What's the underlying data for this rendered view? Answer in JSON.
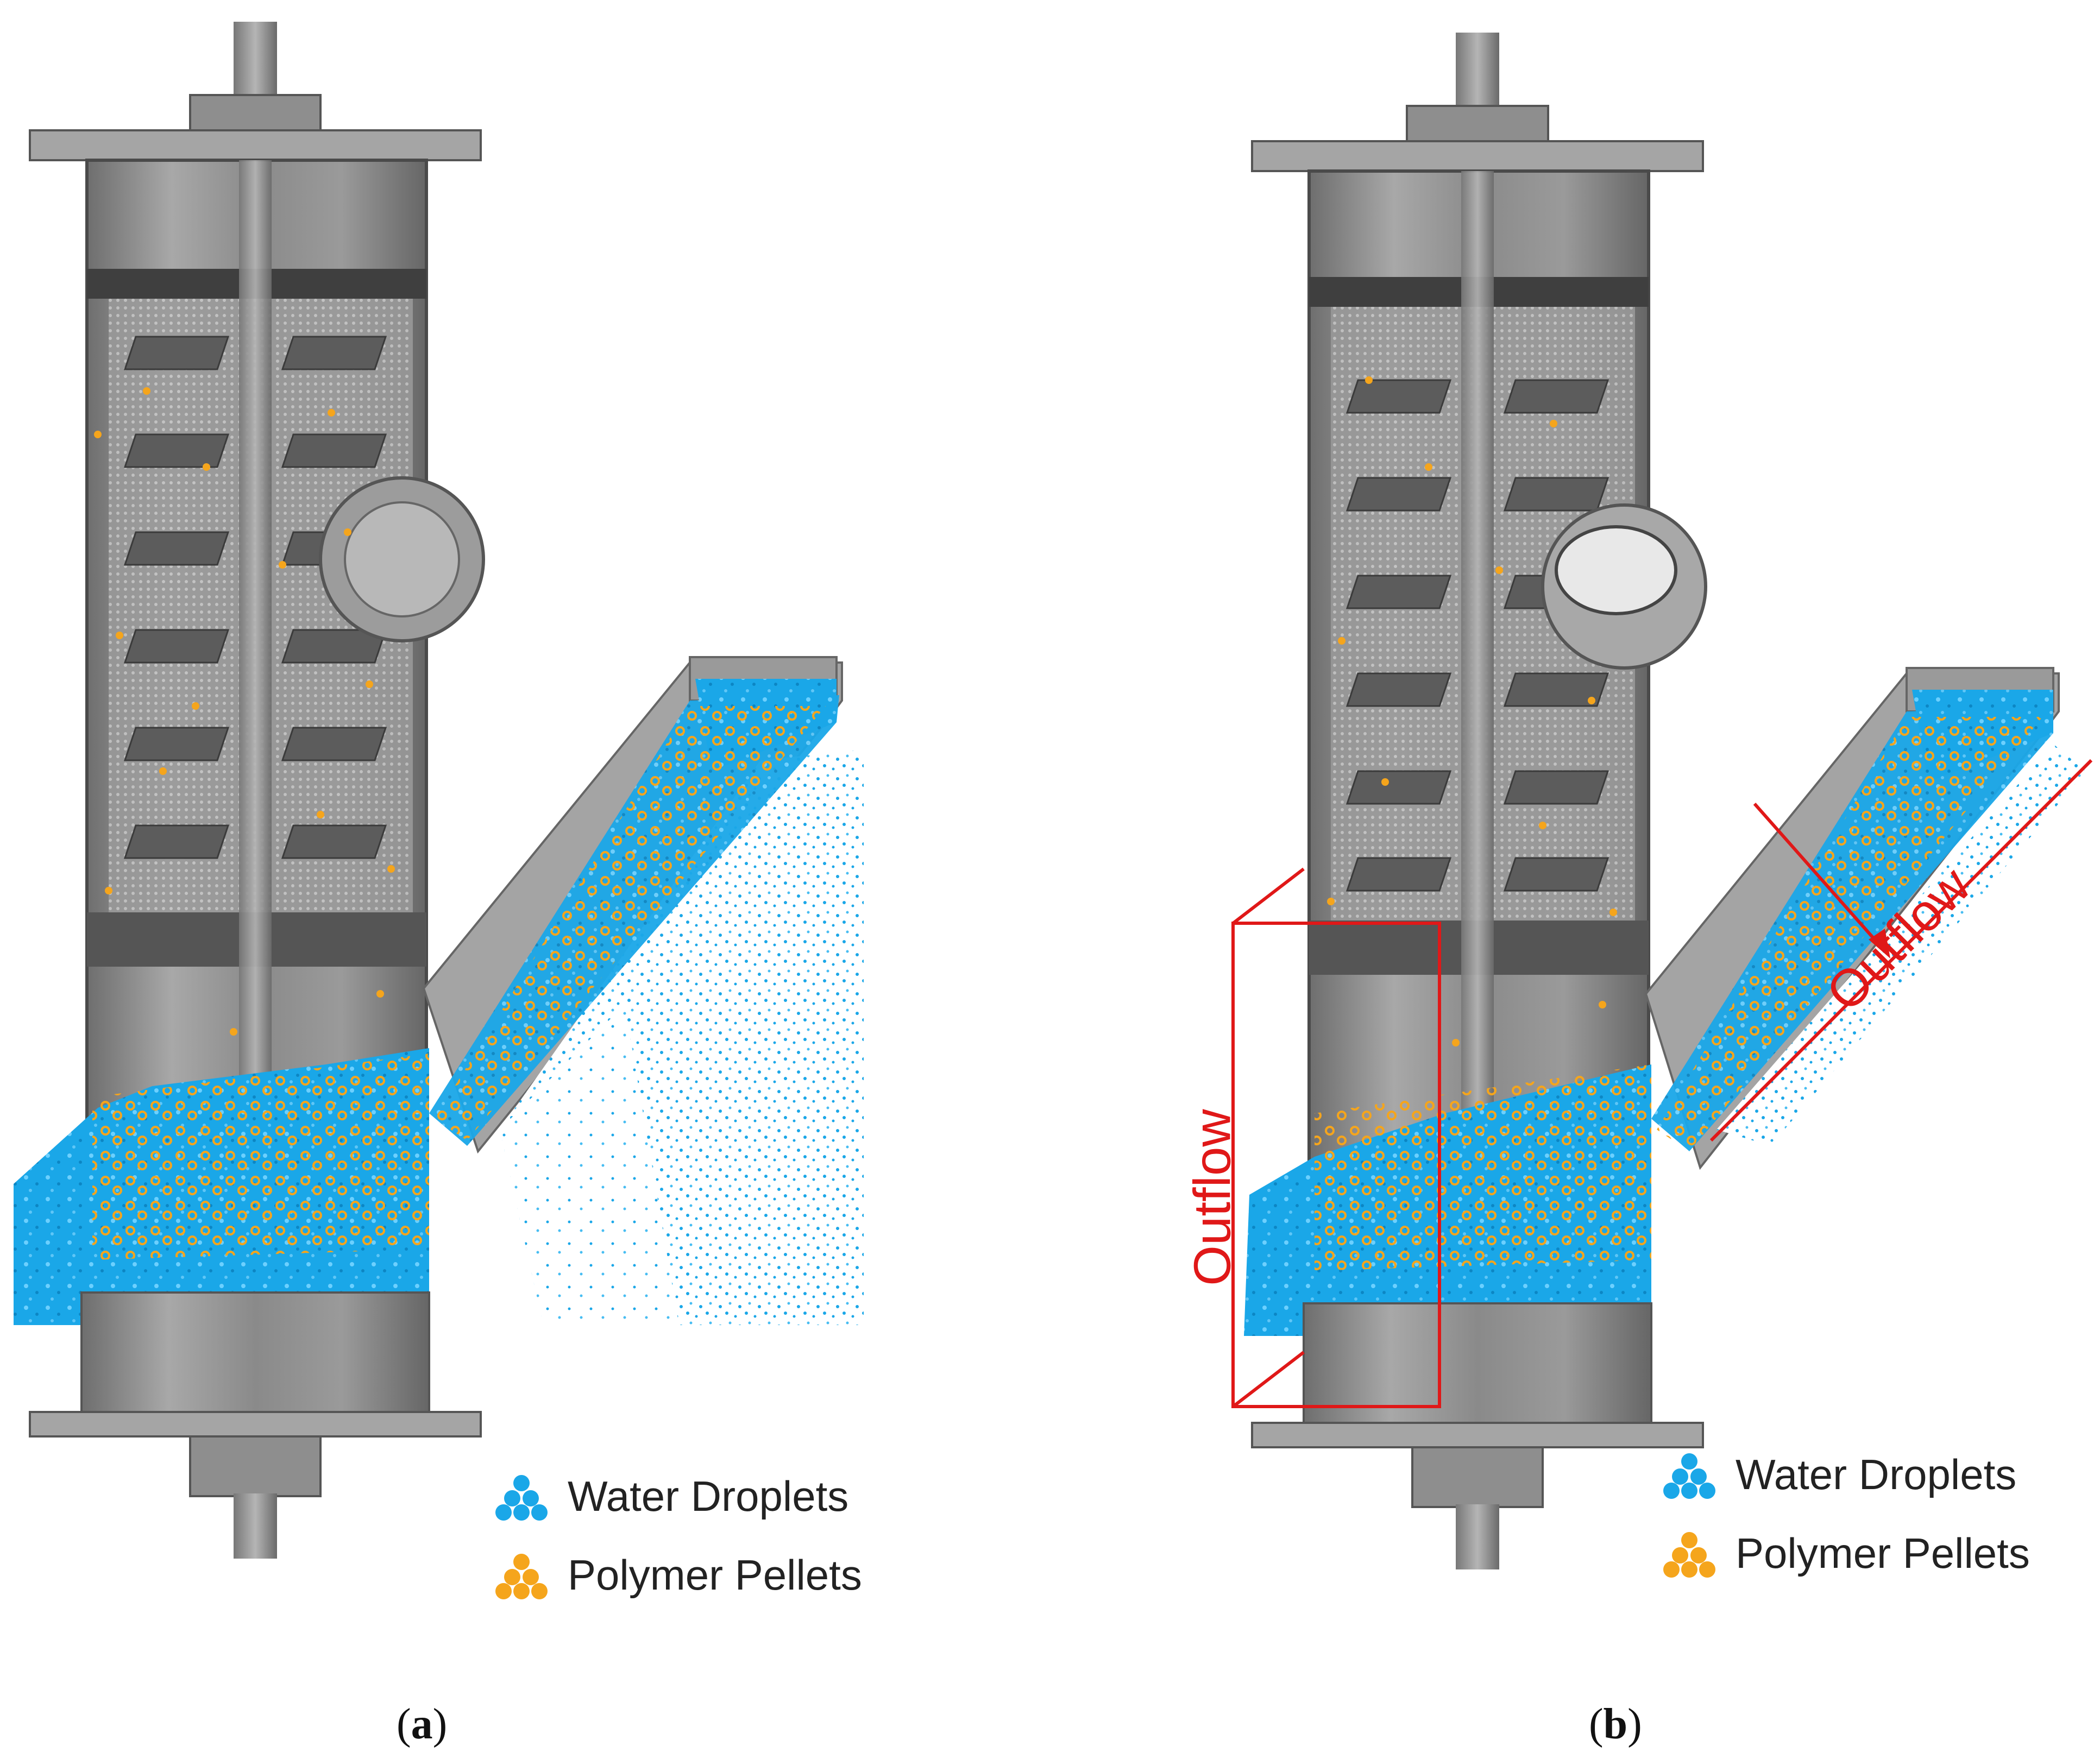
{
  "panels": [
    {
      "id": "a",
      "caption_open": "(",
      "caption_letter": "a",
      "caption_close": ")",
      "legend": [
        {
          "label": "Water Droplets",
          "color": "#1aa7e8",
          "icon": "droplet-cluster-icon"
        },
        {
          "label": "Polymer Pellets",
          "color": "#f5a51c",
          "icon": "pellet-cluster-icon"
        }
      ]
    },
    {
      "id": "b",
      "caption_open": "(",
      "caption_letter": "b",
      "caption_close": ")",
      "outflow_labels": [
        "Outflow",
        "Outflow"
      ],
      "legend": [
        {
          "label": "Water Droplets",
          "color": "#1aa7e8",
          "icon": "droplet-cluster-icon"
        },
        {
          "label": "Polymer Pellets",
          "color": "#f5a51c",
          "icon": "pellet-cluster-icon"
        }
      ]
    }
  ],
  "colors": {
    "steel": "#8c8c8c",
    "steel_dark": "#5a5a5a",
    "steel_light": "#c8c8c8",
    "water": "#1aa7e8",
    "pellet": "#f5a51c",
    "highlight": "#e01818"
  }
}
